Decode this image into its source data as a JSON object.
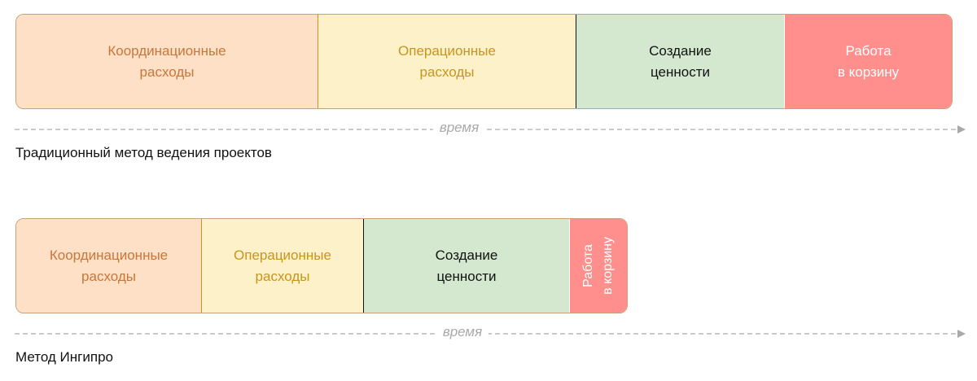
{
  "traditional": {
    "segments": {
      "coordination": "Координационные\nрасходы",
      "operational": "Операционные\nрасходы",
      "value": "Создание\nценности",
      "waste": "Работа\nв корзину"
    },
    "axis_label": "время",
    "caption": "Традиционный метод ведения проектов"
  },
  "ingipro": {
    "segments": {
      "coordination": "Координационные\nрасходы",
      "operational": "Операционные\nрасходы",
      "value": "Создание\nценности",
      "waste": "Работа\nв корзину"
    },
    "axis_label": "время",
    "caption": "Метод Ингипро"
  },
  "colors": {
    "coordination_fill": "#fde0c5",
    "operational_fill": "#fdf1c9",
    "value_fill": "#d4e8d0",
    "waste_fill": "#fe8f8c",
    "axis_line": "#a9a9a9"
  }
}
